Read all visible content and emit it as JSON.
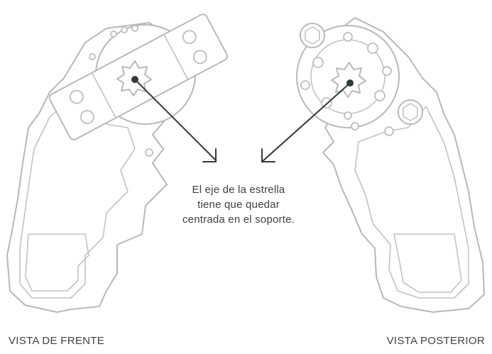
{
  "caption": {
    "line1": "El eje de la estrella",
    "line2": "tiene que quedar",
    "line3": "centrada en el soporte."
  },
  "labels": {
    "front": "VISTA DE FRENTE",
    "back": "VISTA POSTERIOR"
  },
  "colors": {
    "outline": "#b8b8b8",
    "arrow": "#2f3b35",
    "text": "#3a3f44"
  }
}
